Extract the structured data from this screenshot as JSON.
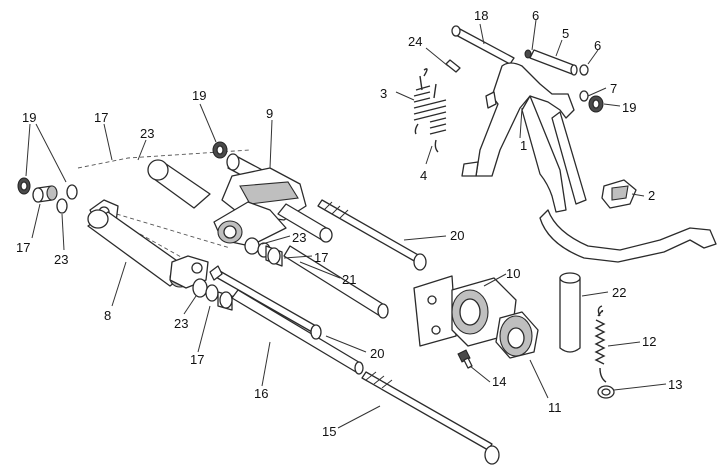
{
  "callouts": {
    "c1": "1",
    "c2": "2",
    "c3": "3",
    "c4": "4",
    "c5": "5",
    "c6a": "6",
    "c6b": "6",
    "c7": "7",
    "c8": "8",
    "c9": "9",
    "c10": "10",
    "c11": "11",
    "c12": "12",
    "c13": "13",
    "c14": "14",
    "c15": "15",
    "c16": "16",
    "c17a": "17",
    "c17b": "17",
    "c17c": "17",
    "c17d": "17",
    "c18": "18",
    "c19a": "19",
    "c19b": "19",
    "c19c": "19",
    "c20a": "20",
    "c20b": "20",
    "c21": "21",
    "c22": "22",
    "c23a": "23",
    "c23b": "23",
    "c23c": "23",
    "c23d": "23",
    "c24": "24"
  }
}
